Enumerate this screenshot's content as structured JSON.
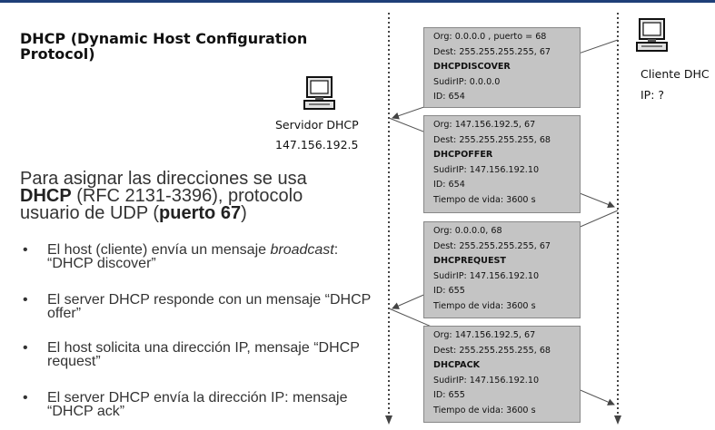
{
  "title": "DHCP (Dynamic Host Configuration Protocol)",
  "intro": {
    "line1": "Para asignar las direcciones se usa",
    "dhcp": "DHCP",
    "line2_rest": " (RFC 2131-3396), protocolo",
    "line3_a": "usuario de UDP (",
    "port": "puerto 67",
    "line3_b": ")"
  },
  "bullets": [
    {
      "text": "El host (cliente) envía un mensaje ",
      "em": "broadcast",
      "tail": ": “DHCP discover”"
    },
    {
      "text": "El server DHCP responde con un mensaje “DHCP offer”"
    },
    {
      "text": "El host solicita una dirección IP, mensaje “DHCP request”"
    },
    {
      "text": "El server DHCP envía la dirección IP: mensaje “DHCP ack”"
    }
  ],
  "server": {
    "label": "Servidor DHCP",
    "ip": "147.156.192.5",
    "icon": "computer-icon"
  },
  "client": {
    "label": "Cliente DHC",
    "ip": "IP: ?",
    "icon": "computer-icon"
  },
  "messages": [
    {
      "lines": [
        "Org: 0.0.0.0 , puerto = 68",
        "Dest: 255.255.255.255, 67"
      ],
      "name": "DHCPDISCOVER",
      "details": [
        "SudirIP: 0.0.0.0",
        "ID: 654"
      ]
    },
    {
      "lines": [
        "Org: 147.156.192.5, 67",
        "Dest: 255.255.255.255, 68"
      ],
      "name": "DHCPOFFER",
      "details": [
        "SudirIP: 147.156.192.10",
        "ID: 654",
        "Tiempo de vida: 3600 s"
      ]
    },
    {
      "lines": [
        "Org: 0.0.0.0, 68",
        "Dest: 255.255.255.255, 67"
      ],
      "name": "DHCPREQUEST",
      "details": [
        "SudirIP: 147.156.192.10",
        "ID: 655",
        "Tiempo de vida: 3600 s"
      ]
    },
    {
      "lines": [
        "Org: 147.156.192.5, 67",
        "Dest: 255.255.255.255, 68"
      ],
      "name": "DHCPACK",
      "details": [
        "SudirIP: 147.156.192.10",
        "ID: 655",
        "Tiempo de vida: 3600 s"
      ]
    }
  ],
  "colors": {
    "accent": "#1f3f78",
    "box": "#c4c4c4"
  }
}
